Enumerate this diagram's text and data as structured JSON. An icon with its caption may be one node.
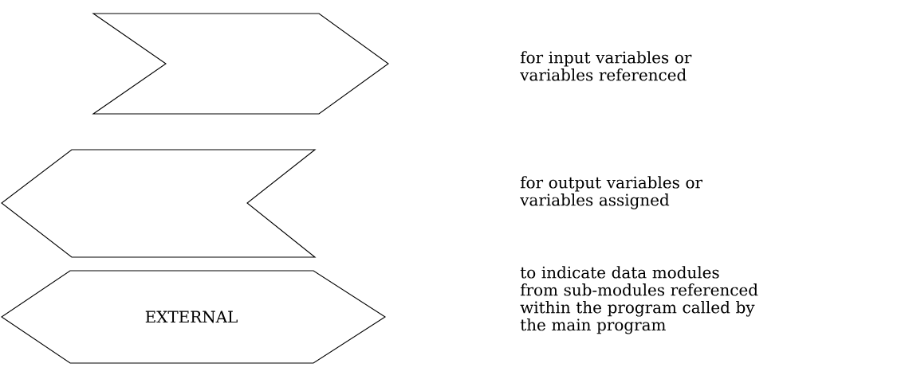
{
  "diagram": {
    "nodes": [
      {
        "text": [],
        "shape": "chevron"
      },
      {
        "text": [],
        "shape": "chevron"
      },
      {
        "text": [
          "EXTERNAL"
        ]
      }
    ],
    "labels": [
      "for input variables or variables referenced",
      "for output variables or variables assigned",
      "to indicate data modules from sub-modules referenced within the program called by the main program"
    ]
  }
}
